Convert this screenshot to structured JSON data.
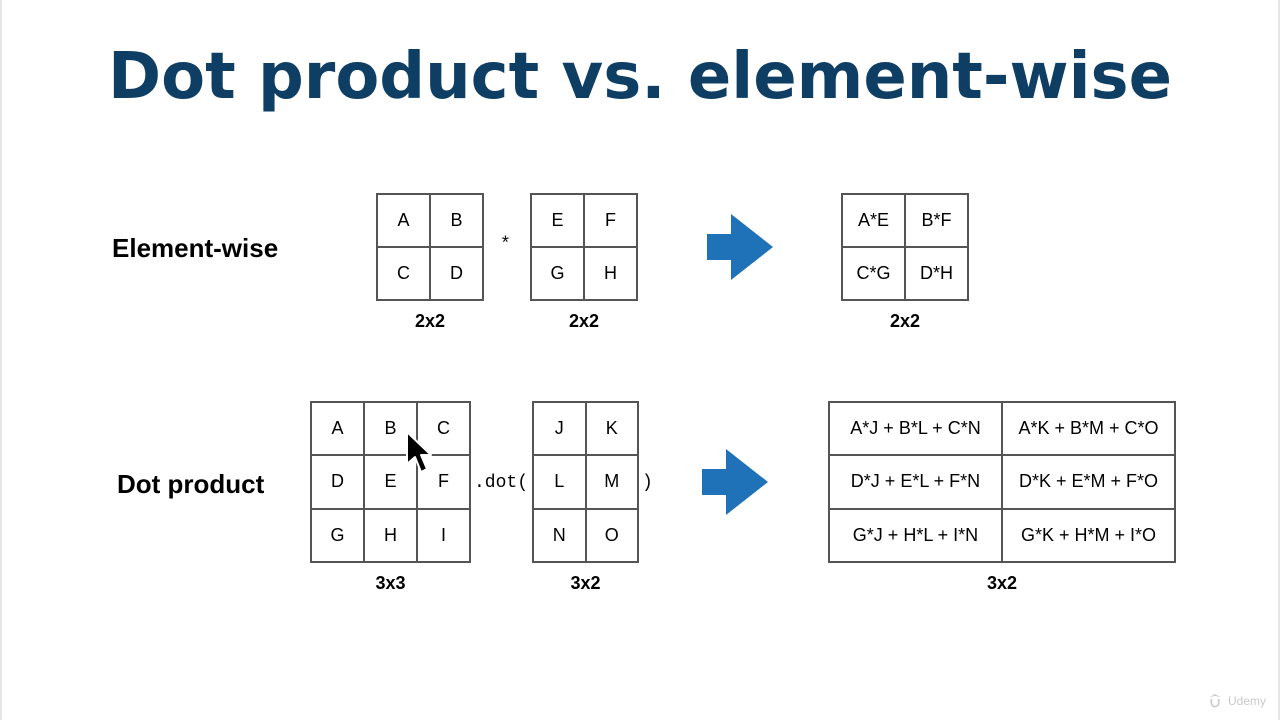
{
  "title": "Dot product vs. element-wise",
  "element_wise": {
    "label": "Element-wise",
    "operator": "*",
    "matrix_a": {
      "rows": [
        [
          "A",
          "B"
        ],
        [
          "C",
          "D"
        ]
      ],
      "dim": "2x2"
    },
    "matrix_b": {
      "rows": [
        [
          "E",
          "F"
        ],
        [
          "G",
          "H"
        ]
      ],
      "dim": "2x2"
    },
    "result": {
      "rows": [
        [
          "A*E",
          "B*F"
        ],
        [
          "C*G",
          "D*H"
        ]
      ],
      "dim": "2x2"
    }
  },
  "dot_product": {
    "label": "Dot product",
    "operator_open": ".dot(",
    "operator_close": ")",
    "matrix_a": {
      "rows": [
        [
          "A",
          "B",
          "C"
        ],
        [
          "D",
          "E",
          "F"
        ],
        [
          "G",
          "H",
          "I"
        ]
      ],
      "dim": "3x3"
    },
    "matrix_b": {
      "rows": [
        [
          "J",
          "K"
        ],
        [
          "L",
          "M"
        ],
        [
          "N",
          "O"
        ]
      ],
      "dim": "3x2"
    },
    "result": {
      "rows": [
        [
          "A*J + B*L + C*N",
          "A*K + B*M + C*O"
        ],
        [
          "D*J + E*L + F*N",
          "D*K + E*M + F*O"
        ],
        [
          "G*J + H*L + I*N",
          "G*K + H*M + I*O"
        ]
      ],
      "dim": "3x2"
    }
  },
  "colors": {
    "title": "#0e3e63",
    "arrow": "#1f72b8",
    "grid_line": "#555555"
  },
  "watermark": {
    "icon": "udemy-logo-icon",
    "text": "Udemy"
  }
}
